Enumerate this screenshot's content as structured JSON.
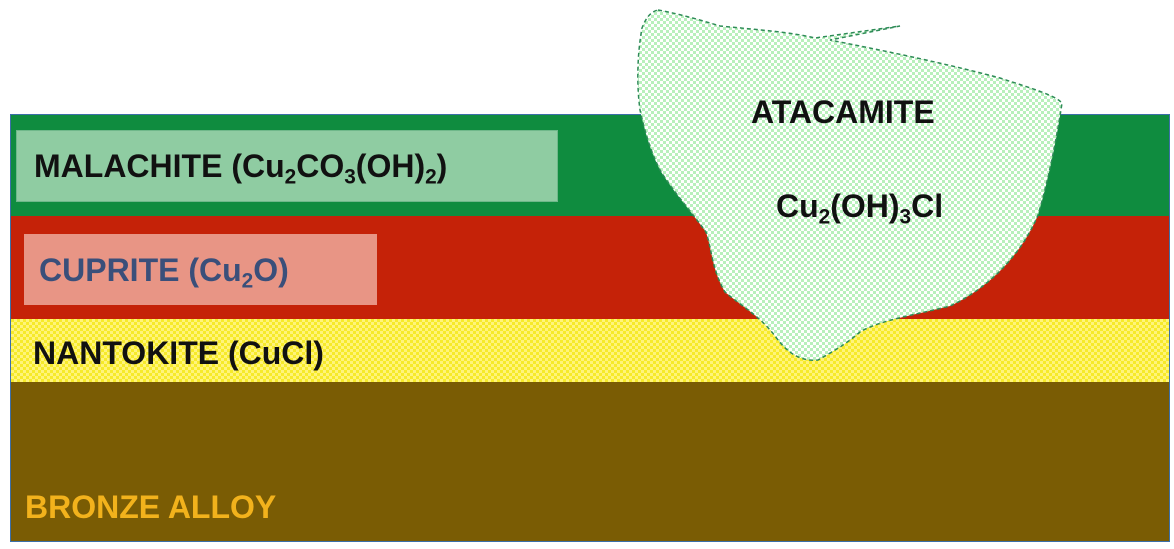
{
  "layers": {
    "malachite": {
      "name": "MALACHITE (",
      "formula": [
        {
          "t": "Cu"
        },
        {
          "sub": "2"
        },
        {
          "t": "CO"
        },
        {
          "sub": "3"
        },
        {
          "t": "(OH)"
        },
        {
          "sub": "2"
        },
        {
          "t": ")"
        }
      ],
      "color": "#0f8c3f"
    },
    "cuprite": {
      "name": "CUPRITE (",
      "formula": [
        {
          "t": "Cu"
        },
        {
          "sub": "2"
        },
        {
          "t": "O)"
        }
      ],
      "color": "#c52208"
    },
    "nantokite": {
      "label": "NANTOKITE (CuCl)",
      "color": "#f6ea2a"
    },
    "bronze": {
      "label": "BRONZE ALLOY",
      "color": "#7a5c04",
      "text_color": "#f2b21c"
    }
  },
  "atacamite": {
    "title": "ATACAMITE",
    "formula": [
      {
        "t": "Cu"
      },
      {
        "sub": "2"
      },
      {
        "t": "(OH)"
      },
      {
        "sub": "3"
      },
      {
        "t": "Cl"
      }
    ],
    "fill_color": "#b8f0bc",
    "edge_color": "#2e8b57"
  }
}
